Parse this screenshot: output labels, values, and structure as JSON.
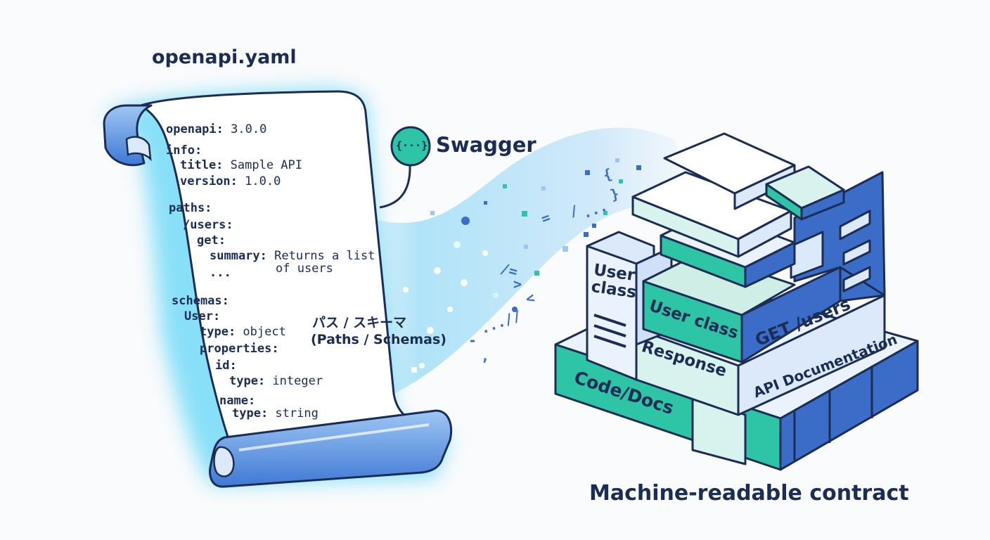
{
  "scroll": {
    "filename": "openapi.yaml",
    "lines": [
      {
        "key": "openapi:",
        "value": " 3.0.0"
      },
      {
        "key": "info:",
        "value": ""
      },
      {
        "key": "title:",
        "value": " Sample API"
      },
      {
        "key": "version:",
        "value": " 1.0.0"
      },
      {
        "key": "paths:",
        "value": ""
      },
      {
        "key": "/users:",
        "value": ""
      },
      {
        "key": "get:",
        "value": ""
      },
      {
        "key": "summary:",
        "value": " Returns a list"
      },
      {
        "key": "",
        "value": "of users"
      },
      {
        "key": "...",
        "value": ""
      },
      {
        "key": "schemas:",
        "value": ""
      },
      {
        "key": "User:",
        "value": ""
      },
      {
        "key": "type:",
        "value": " object"
      },
      {
        "key": "properties:",
        "value": ""
      },
      {
        "key": "id:",
        "value": ""
      },
      {
        "key": "type:",
        "value": " integer"
      },
      {
        "key": "name:",
        "value": ""
      },
      {
        "key": "type:",
        "value": " string"
      }
    ]
  },
  "swagger": {
    "icon_text": "{···}",
    "label": "Swagger"
  },
  "paths_annotation": {
    "jp": "パス / スキーマ",
    "en": "(Paths / Schemas)"
  },
  "flow_glyphs": [
    "{",
    "}",
    "/",
    "...",
    "=",
    "<",
    "/=",
    ">",
    "...//",
    "-",
    ","
  ],
  "stack": {
    "blocks": {
      "user_class_side": "User\nclass",
      "user_class": "User class",
      "get_users": "GET /users",
      "response": "Response",
      "api_docs": "API Documentation",
      "code_docs": "Code/Docs"
    },
    "caption": "Machine-readable contract"
  },
  "colors": {
    "navy": "#1c2d55",
    "blue": "#3a6cc8",
    "light_blue": "#dbe9fb",
    "teal": "#2ec4a6",
    "light_teal": "#d8f3ee",
    "glow": "#29c9f5"
  }
}
